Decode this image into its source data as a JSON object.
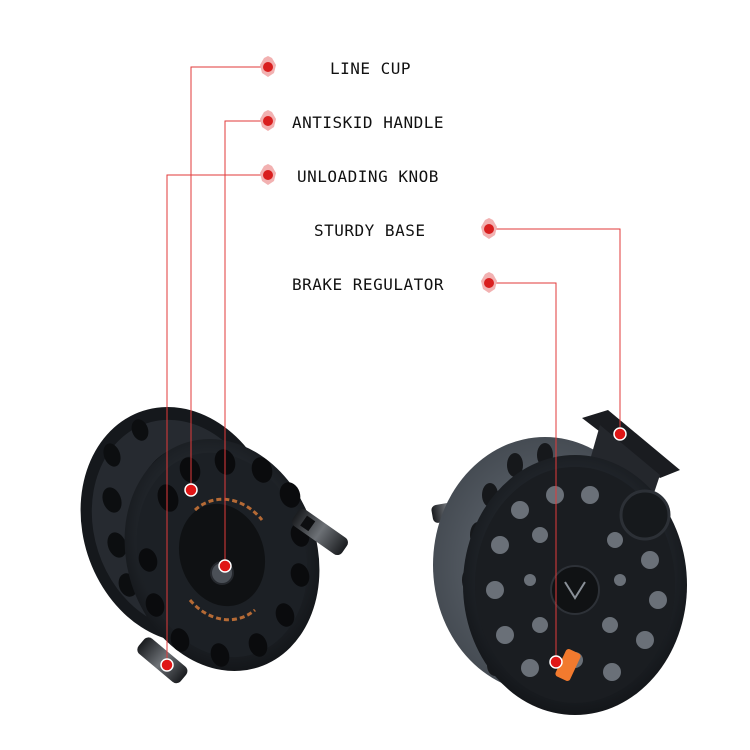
{
  "callouts": {
    "line_cup": "LINE CUP",
    "antiskid_handle": "ANTISKID HANDLE",
    "unloading_knob": "UNLOADING KNOB",
    "sturdy_base": "STURDY BASE",
    "brake_regulator": "BRAKE REGULATOR"
  },
  "colors": {
    "background": "#ffffff",
    "leader_line": "#e23a3a",
    "marker": "#d91f1f",
    "reel_body": "#1c1f24",
    "spool_gray": "#5a6068",
    "brake_knob": "#f27a2e"
  },
  "icons": {
    "marker": "badge-pin-icon"
  }
}
